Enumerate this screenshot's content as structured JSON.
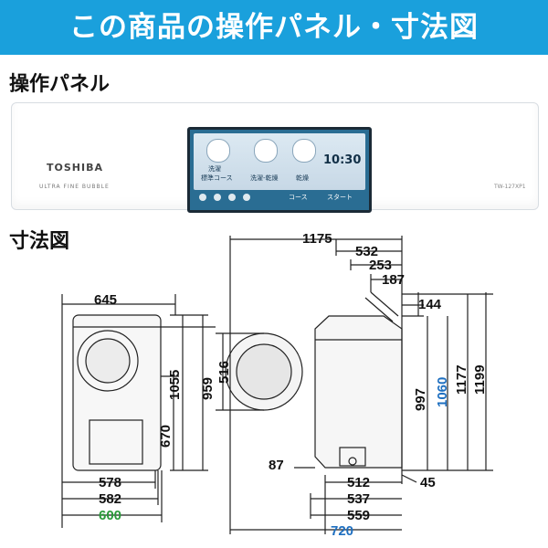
{
  "header": {
    "title": "この商品の操作パネル・寸法図"
  },
  "sections": {
    "panel_label": "操作パネル",
    "dimensions_label": "寸法図"
  },
  "panel": {
    "brand": "TOSHIBA",
    "sub_brand": "ULTRA FINE BUBBLE",
    "model": "TW-127XP1",
    "screen": {
      "item1_line1": "洗濯",
      "item1_line2": "標準コース",
      "item2": "洗濯-乾燥",
      "item3": "乾燥",
      "time": "10:30",
      "course_label": "コース",
      "start_label": "スタート"
    }
  },
  "dimensions": {
    "front": {
      "top_width": "645",
      "height_total": "1055",
      "height_door_center": "670",
      "height_959": "959",
      "width_578": "578",
      "width_582": "582",
      "width_600": "600"
    },
    "door": {
      "diameter": "516"
    },
    "side": {
      "depth_total": "1175",
      "d_532": "532",
      "d_253": "253",
      "d_187": "187",
      "h_144": "144",
      "h_997": "997",
      "h_1060": "1060",
      "h_1177": "1177",
      "h_1199": "1199",
      "d_87": "87",
      "d_512": "512",
      "d_45": "45",
      "d_537": "537",
      "d_559": "559",
      "d_720": "720"
    }
  },
  "colors": {
    "banner": "#1aa0dc",
    "blue_dim": "#1e6fc0",
    "green_dim": "#2a9a3a"
  }
}
